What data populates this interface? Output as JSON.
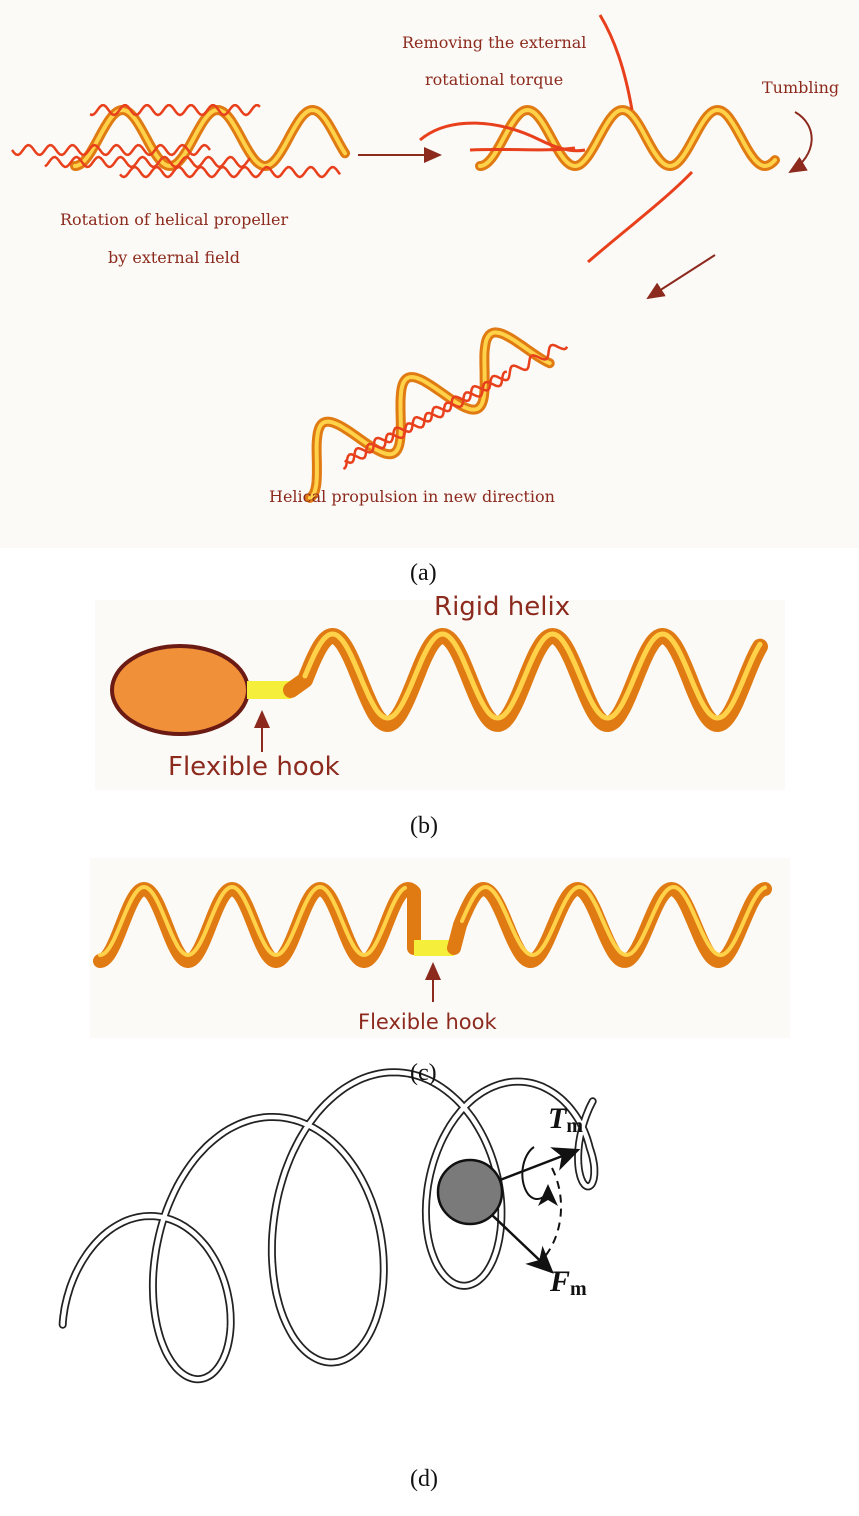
{
  "panel_a": {
    "label_rotation_line1": "Rotation of helical propeller",
    "label_rotation_line2": "by external field",
    "label_removing_line1": "Removing the external",
    "label_removing_line2": "rotational torque",
    "label_tumbling": "Tumbling",
    "label_new_direction": "Helical propulsion in new direction",
    "caption": "(a)"
  },
  "panel_b": {
    "label_rigid_helix": "Rigid helix",
    "label_flexible_hook": "Flexible hook",
    "caption": "(b)"
  },
  "panel_c": {
    "label_flexible_hook": "Flexible hook",
    "caption": "(c)"
  },
  "panel_d": {
    "torque_symbol": "T",
    "torque_subscript": "m",
    "force_symbol": "F",
    "force_subscript": "m",
    "caption": "(d)"
  },
  "colors": {
    "helix_orange": "#f29a1f",
    "helix_highlight": "#ffd24a",
    "field_red": "#e8401c",
    "label_red": "#8c2a1e",
    "hook_yellow": "#f5ee3a",
    "head_fill": "#f0913a",
    "head_outline": "#6b1a14",
    "sphere_gray": "#7a7a7a"
  }
}
